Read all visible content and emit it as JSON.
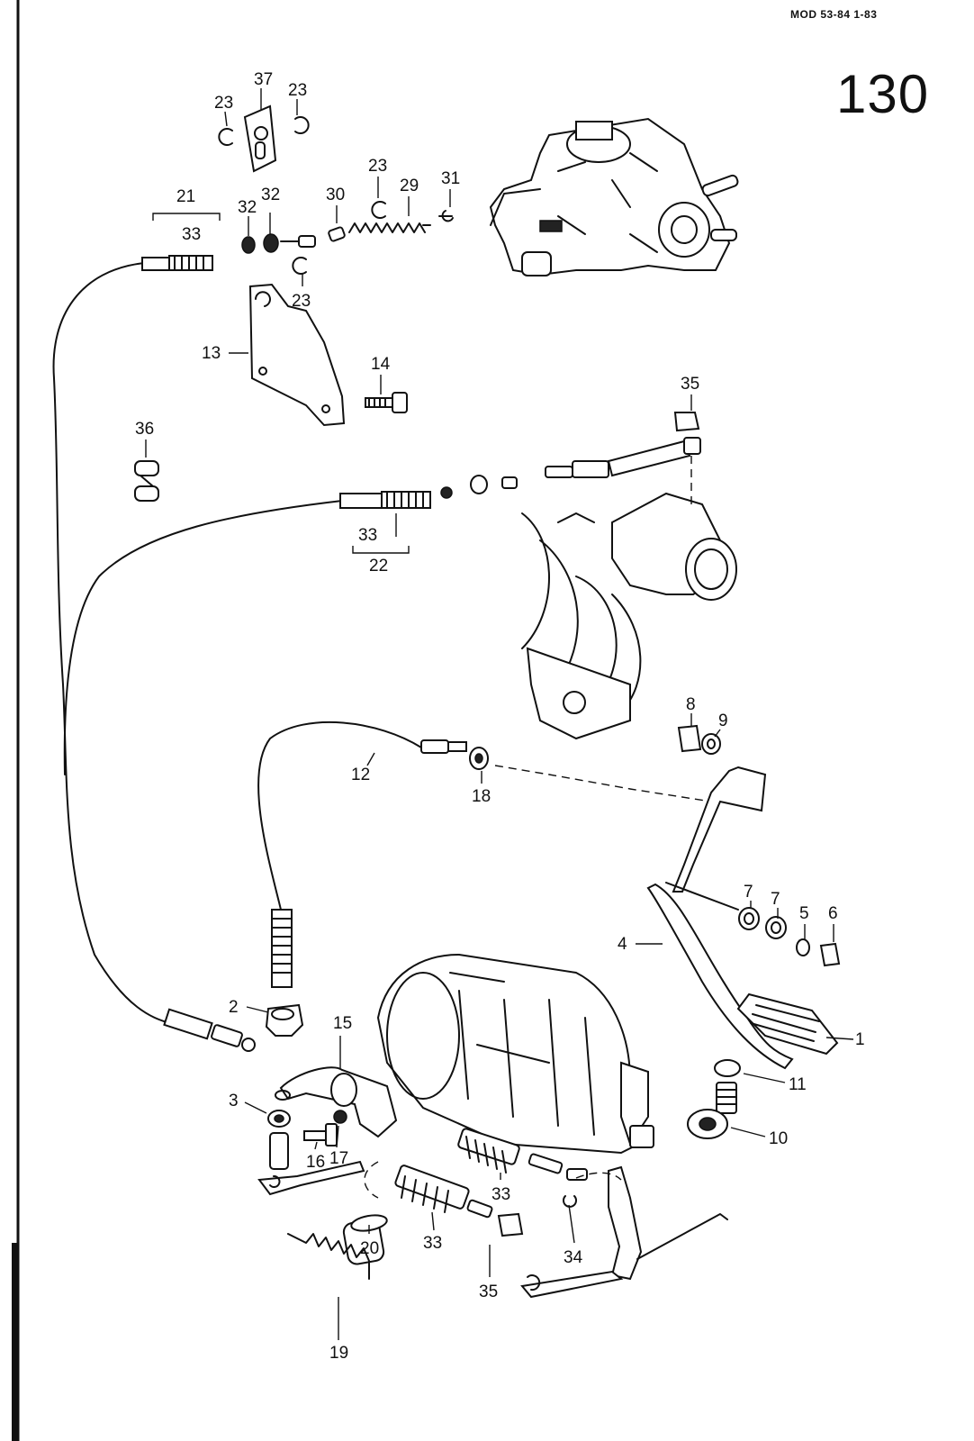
{
  "header": {
    "model_ref": "MOD 53-84   1-83",
    "page_number": "130"
  },
  "callouts": [
    {
      "id": "c37",
      "label": "37"
    },
    {
      "id": "c23a",
      "label": "23"
    },
    {
      "id": "c23b",
      "label": "23"
    },
    {
      "id": "c21",
      "label": "21"
    },
    {
      "id": "c33a",
      "label": "33"
    },
    {
      "id": "c32a",
      "label": "32"
    },
    {
      "id": "c32b",
      "label": "32"
    },
    {
      "id": "c30",
      "label": "30"
    },
    {
      "id": "c23c",
      "label": "23"
    },
    {
      "id": "c29",
      "label": "29"
    },
    {
      "id": "c31",
      "label": "31"
    },
    {
      "id": "c23d",
      "label": "23"
    },
    {
      "id": "c13",
      "label": "13"
    },
    {
      "id": "c14",
      "label": "14"
    },
    {
      "id": "c35a",
      "label": "35"
    },
    {
      "id": "c36",
      "label": "36"
    },
    {
      "id": "c33b",
      "label": "33"
    },
    {
      "id": "c22",
      "label": "22"
    },
    {
      "id": "c8",
      "label": "8"
    },
    {
      "id": "c9",
      "label": "9"
    },
    {
      "id": "c12",
      "label": "12"
    },
    {
      "id": "c18",
      "label": "18"
    },
    {
      "id": "c7a",
      "label": "7"
    },
    {
      "id": "c7b",
      "label": "7"
    },
    {
      "id": "c5",
      "label": "5"
    },
    {
      "id": "c6",
      "label": "6"
    },
    {
      "id": "c4",
      "label": "4"
    },
    {
      "id": "c1",
      "label": "1"
    },
    {
      "id": "c2",
      "label": "2"
    },
    {
      "id": "c15",
      "label": "15"
    },
    {
      "id": "c11",
      "label": "11"
    },
    {
      "id": "c10",
      "label": "10"
    },
    {
      "id": "c3",
      "label": "3"
    },
    {
      "id": "c16",
      "label": "16"
    },
    {
      "id": "c17",
      "label": "17"
    },
    {
      "id": "c33c",
      "label": "33"
    },
    {
      "id": "c20",
      "label": "20"
    },
    {
      "id": "c33d",
      "label": "33"
    },
    {
      "id": "c34",
      "label": "34"
    },
    {
      "id": "c35b",
      "label": "35"
    },
    {
      "id": "c19",
      "label": "19"
    }
  ]
}
